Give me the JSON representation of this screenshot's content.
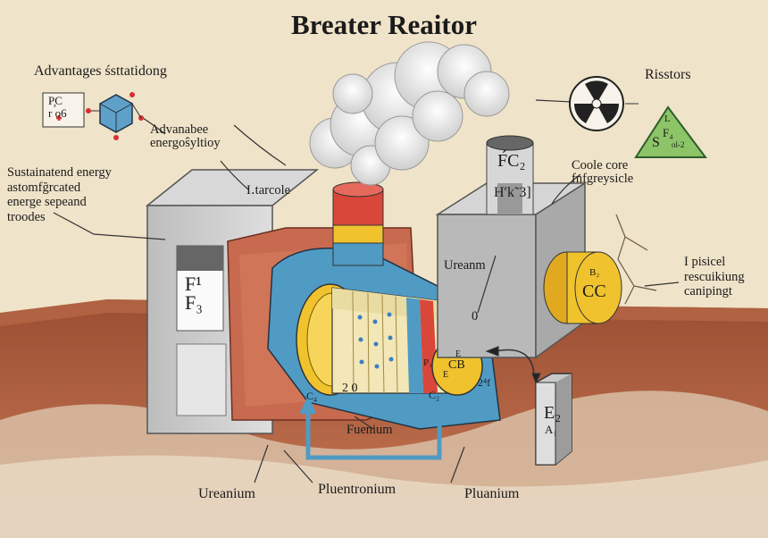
{
  "title": "Breater Reaitor",
  "labels": {
    "top_left": "Advantages śsttatidong",
    "advanbaee": "Advanabee\nenergoŝyltioy",
    "sustainatend": "Sustainatend energy\nastomfğrcated\nenerge sepeand\ntroodes",
    "itarcole": "I․tarcole",
    "risstors": "Risstors",
    "coole_core": "Coole core\nfnfgreysicle",
    "ureanm": "Ureanm",
    "ureanm_zero": "0",
    "i_pisicel": "I pisicel\nrescuikiung\ncanipingt",
    "fuenium": "Fuenium",
    "ureanium": "Ureanium",
    "pluentronium": "Pluentronium",
    "pluanium": "Pluanium"
  },
  "panel_text": {
    "left_panel": "F¹\nF₃",
    "chimney_top": "F́C₂",
    "chimney_mid": "H′k˜3]",
    "right_cyl_top": "B₂",
    "right_cyl_main": "CC",
    "core_cap_top": "E",
    "core_cap_mid": "CB",
    "core_cap_bot": "E",
    "core_p": "P₃",
    "core_20": "2 0",
    "core_c4": "C₄",
    "core_c2": "C₂",
    "core_2f": "2⁴f",
    "canister_top": "E₂",
    "canister_bot": "A₁",
    "icon_box": "P̧C\nr​ o6",
    "tri_top": "L",
    "tri_mid": "F₄",
    "tri_s": "S",
    "tri_sub": "ol-2"
  },
  "colors": {
    "background": "#efe3c9",
    "steel": "#c9c9c9",
    "rust_chamber": "#c86a4f",
    "coolant_blue": "#4f9bc4",
    "fuel_yellow": "#f0c32e",
    "pipe_red": "#d9473a",
    "ground_brown": "#a8553a",
    "triangle_green": "#8cc467"
  }
}
